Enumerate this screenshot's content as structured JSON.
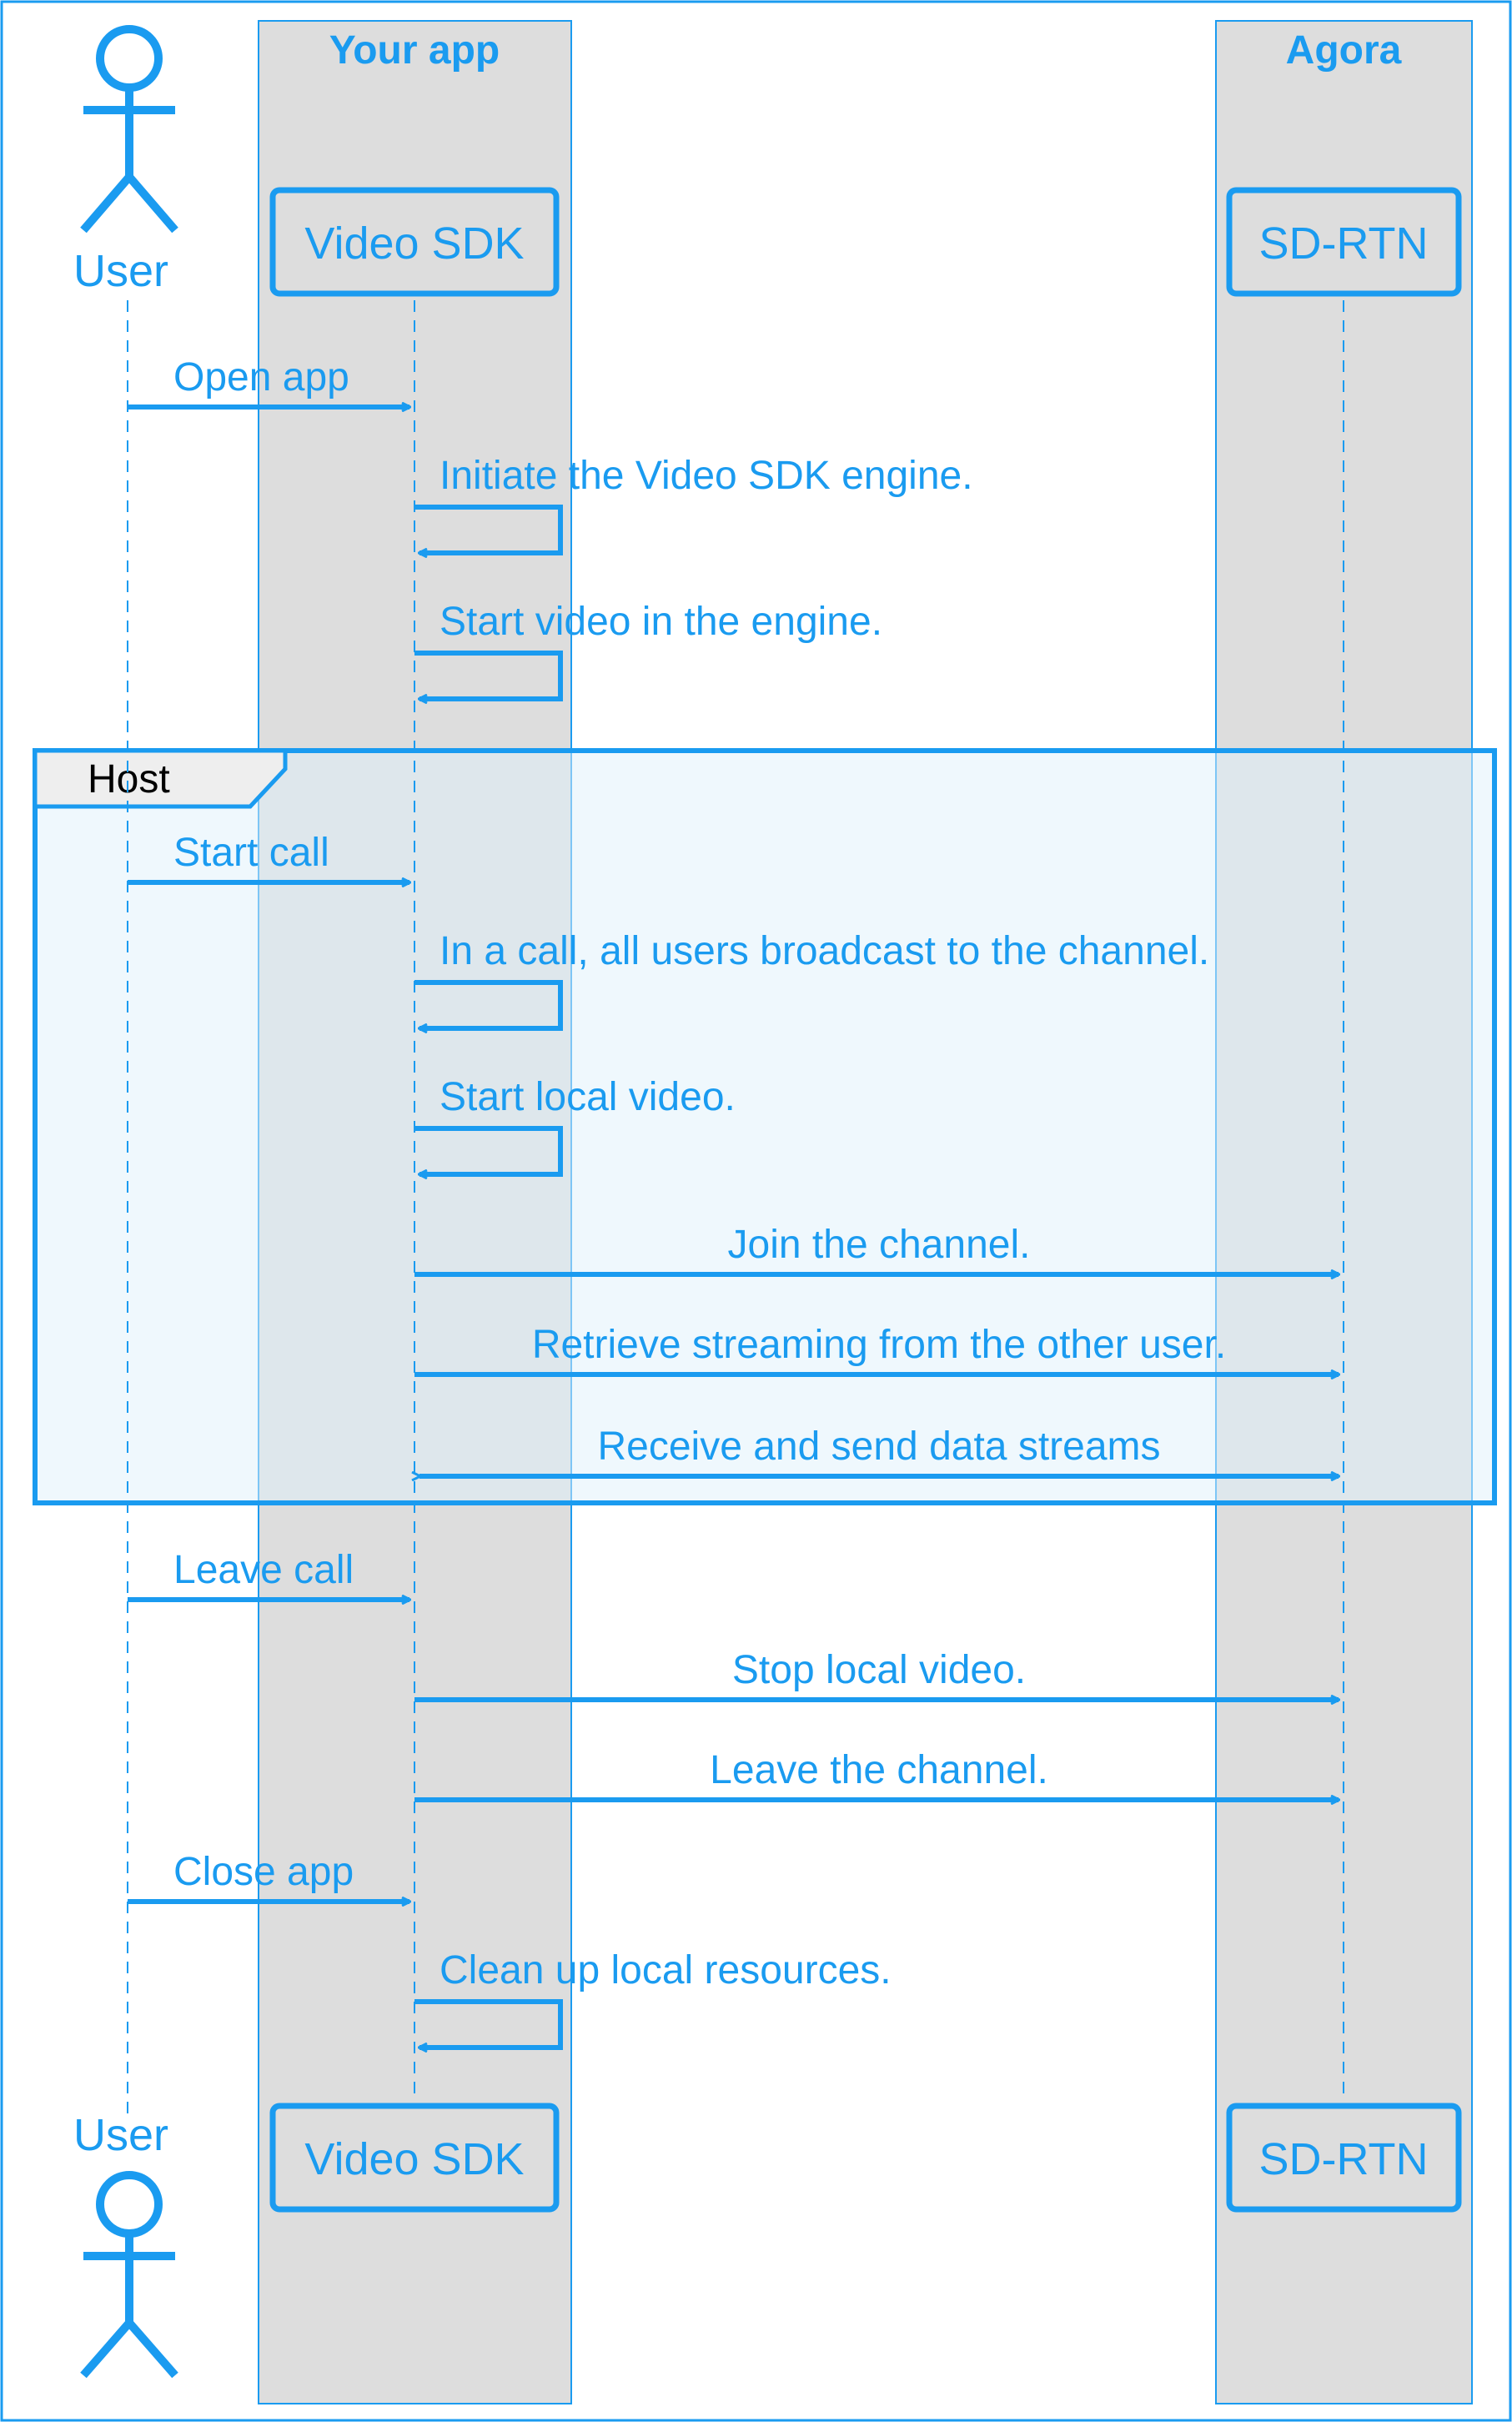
{
  "colors": {
    "primary": "#1a9bf0",
    "box_fill": "#dddddd",
    "fragment_fill": "#dff1fc",
    "fragment_label_fill": "#eeeeee",
    "background": "#ffffff"
  },
  "boxes": {
    "your_app": {
      "title": "Your app"
    },
    "agora": {
      "title": "Agora"
    }
  },
  "participants": {
    "user": {
      "label": "User",
      "icon": "actor-stick-figure"
    },
    "video_sdk": {
      "label": "Video SDK"
    },
    "sd_rtn": {
      "label": "SD-RTN"
    }
  },
  "fragment": {
    "label": "Host"
  },
  "messages": [
    {
      "from": "user",
      "to": "video_sdk",
      "text": "Open app",
      "kind": "arrow"
    },
    {
      "from": "video_sdk",
      "to": "video_sdk",
      "text": "Initiate the Video SDK engine.",
      "kind": "self"
    },
    {
      "from": "video_sdk",
      "to": "video_sdk",
      "text": "Start video in the engine.",
      "kind": "self"
    },
    {
      "from": "user",
      "to": "video_sdk",
      "text": "Start call",
      "kind": "arrow"
    },
    {
      "from": "video_sdk",
      "to": "video_sdk",
      "text": "In a call, all users broadcast to the channel.",
      "kind": "self"
    },
    {
      "from": "video_sdk",
      "to": "video_sdk",
      "text": "Start local video.",
      "kind": "self"
    },
    {
      "from": "video_sdk",
      "to": "sd_rtn",
      "text": "Join the channel.",
      "kind": "arrow"
    },
    {
      "from": "video_sdk",
      "to": "sd_rtn",
      "text": "Retrieve streaming from the other user.",
      "kind": "arrow"
    },
    {
      "from": "video_sdk",
      "to": "sd_rtn",
      "text": "Receive and send data streams",
      "kind": "bidirectional"
    },
    {
      "from": "user",
      "to": "video_sdk",
      "text": "Leave call",
      "kind": "arrow"
    },
    {
      "from": "video_sdk",
      "to": "sd_rtn",
      "text": "Stop local video.",
      "kind": "arrow"
    },
    {
      "from": "video_sdk",
      "to": "sd_rtn",
      "text": "Leave the channel.",
      "kind": "arrow"
    },
    {
      "from": "user",
      "to": "video_sdk",
      "text": "Close app",
      "kind": "arrow"
    },
    {
      "from": "video_sdk",
      "to": "video_sdk",
      "text": "Clean up local resources.",
      "kind": "self"
    }
  ]
}
